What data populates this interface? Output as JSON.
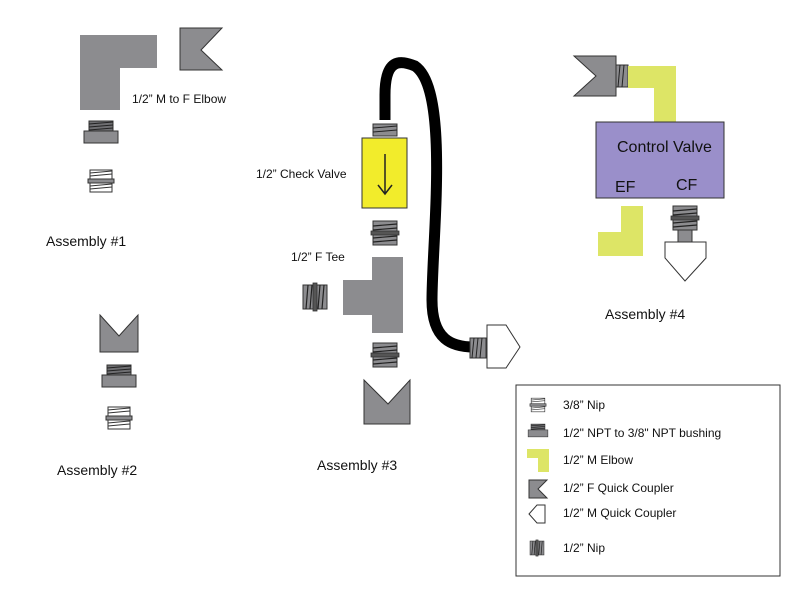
{
  "labels": {
    "elbow": "1/2” M to F Elbow",
    "check_valve": "1/2” Check Valve",
    "tee": "1/2” F Tee",
    "control_valve": "Control Valve",
    "ef": "EF",
    "cf": "CF"
  },
  "assemblies": {
    "a1": "Assembly #1",
    "a2": "Assembly #2",
    "a3": "Assembly #3",
    "a4": "Assembly #4"
  },
  "legend": {
    "items": [
      {
        "icon": "nip-3-8-icon",
        "label": "3/8” Nip"
      },
      {
        "icon": "bushing-icon",
        "label": "1/2\" NPT to 3/8\" NPT bushing"
      },
      {
        "icon": "m-elbow-icon",
        "label": "1/2” M Elbow"
      },
      {
        "icon": "f-quick-coupler-icon",
        "label": "1/2” F Quick Coupler"
      },
      {
        "icon": "m-quick-coupler-icon",
        "label": "1/2” M Quick Coupler"
      },
      {
        "icon": "nip-1-2-icon",
        "label": "1/2” Nip"
      }
    ]
  },
  "colors": {
    "part_gray": "#8c8c8f",
    "valve_yellow": "#f2ec2b",
    "elbow_green": "#dde566",
    "control_purple": "#9a8fca",
    "hose_black": "#000000"
  }
}
